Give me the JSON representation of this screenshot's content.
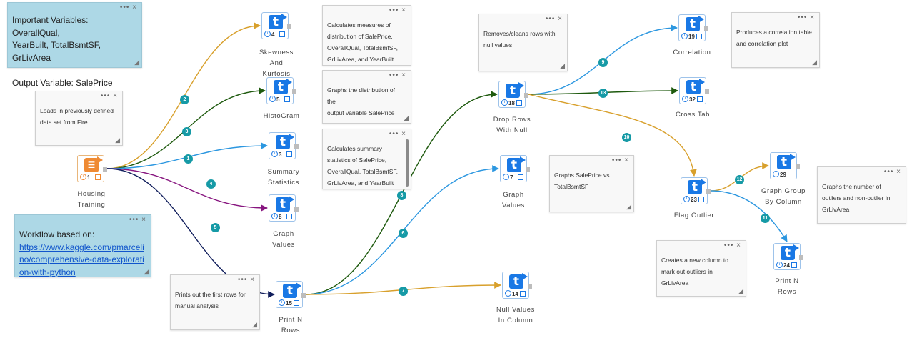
{
  "colors": {
    "node_blue": "#1978e5",
    "node_orange": "#ef8a33",
    "badge": "#169aa6",
    "edge_orange": "#d8a02c",
    "edge_green": "#1e5a0e",
    "edge_blue": "#2c97e0",
    "edge_purple": "#87157f",
    "edge_navy": "#111e5c",
    "note_blue": "#add8e6",
    "note_gray": "#f8f8f8"
  },
  "note_controls": {
    "menu": "•••",
    "close": "×",
    "resize": "◢"
  },
  "scroll_indicator": "▏",
  "info_glyph": "i",
  "tool_glyph": "t",
  "input_glyph": "☰",
  "notes": [
    {
      "id": "important-variables",
      "text": "Important Variables: OverallQual,\nYearBuilt, TotalBsmtSF, GrLivArea\n\nOutput Variable: SalePrice"
    },
    {
      "id": "loads-data",
      "text": "Loads in previously defined\ndata set from Fire"
    },
    {
      "id": "workflow-based",
      "text": "Workflow based on:",
      "link": "https://www.kaggle.com/pmarcelino/comprehensive-data-exploration-with-python"
    },
    {
      "id": "prints-first-rows",
      "text": "Prints out the first rows for\nmanual analysis"
    },
    {
      "id": "calc-distribution",
      "text": "Calculates measures of\ndistribution of SalePrice,\nOverallQual, TotalBsmtSF,\nGrLivArea, and YearBuilt"
    },
    {
      "id": "graph-distribution",
      "text": "Graphs the distribution of the\noutput variable SalePrice"
    },
    {
      "id": "calc-summary",
      "text": "Calculates summary\nstatistics of SalePrice,\nOverallQual, TotalBsmtSF,\nGrLivArea, and YearBuilt"
    },
    {
      "id": "removes-cleans",
      "text": "Removes/cleans rows with\nnull values"
    },
    {
      "id": "graphs-saleprice",
      "text": "Graphs SalePrice vs\nTotalBsmtSF"
    },
    {
      "id": "correlation-note",
      "text": "Produces a correlation table\nand correlation plot"
    },
    {
      "id": "creates-column",
      "text": "Creates a new column to\nmark out outliers in GrLivArea"
    },
    {
      "id": "graphs-outliers",
      "text": "Graphs the number of\noutliers and non-outlier in\nGrLivArea"
    }
  ],
  "nodes": [
    {
      "id": "n1",
      "num": "1",
      "label": "Housing\nTraining",
      "kind": "input"
    },
    {
      "id": "n4",
      "num": "4",
      "label": "Skewness\nAnd\nKurtosis"
    },
    {
      "id": "n5",
      "num": "5",
      "label": "HistoGram"
    },
    {
      "id": "n3",
      "num": "3",
      "label": "Summary\nStatistics"
    },
    {
      "id": "n8",
      "num": "8",
      "label": "Graph\nValues"
    },
    {
      "id": "n15",
      "num": "15",
      "label": "Print N\nRows"
    },
    {
      "id": "n18",
      "num": "18",
      "label": "Drop Rows\nWith Null"
    },
    {
      "id": "n7",
      "num": "7",
      "label": "Graph\nValues"
    },
    {
      "id": "n14",
      "num": "14",
      "label": "Null Values\nIn Column"
    },
    {
      "id": "n19",
      "num": "19",
      "label": "Correlation"
    },
    {
      "id": "n32",
      "num": "32",
      "label": "Cross Tab"
    },
    {
      "id": "n23",
      "num": "23",
      "label": "Flag Outlier"
    },
    {
      "id": "n29",
      "num": "29",
      "label": "Graph Group\nBy Column"
    },
    {
      "id": "n24",
      "num": "24",
      "label": "Print N\nRows"
    }
  ],
  "edges": [
    {
      "id": "e2",
      "num": "2",
      "from": "n1",
      "to": "n4",
      "color": "#d8a02c"
    },
    {
      "id": "e3",
      "num": "3",
      "from": "n1",
      "to": "n5",
      "color": "#1e5a0e"
    },
    {
      "id": "e1",
      "num": "1",
      "from": "n1",
      "to": "n3",
      "color": "#2c97e0"
    },
    {
      "id": "e4",
      "num": "4",
      "from": "n1",
      "to": "n8",
      "color": "#87157f"
    },
    {
      "id": "e5",
      "num": "5",
      "from": "n1",
      "to": "n15",
      "color": "#111e5c"
    },
    {
      "id": "e8",
      "num": "8",
      "from": "n15",
      "to": "n18",
      "color": "#1e5a0e"
    },
    {
      "id": "e6",
      "num": "6",
      "from": "n15",
      "to": "n7",
      "color": "#2c97e0"
    },
    {
      "id": "e7",
      "num": "7",
      "from": "n15",
      "to": "n14",
      "color": "#d8a02c"
    },
    {
      "id": "e9",
      "num": "9",
      "from": "n18",
      "to": "n19",
      "color": "#2c97e0"
    },
    {
      "id": "e13",
      "num": "13",
      "from": "n18",
      "to": "n32",
      "color": "#1e5a0e"
    },
    {
      "id": "e10",
      "num": "10",
      "from": "n18",
      "to": "n23",
      "color": "#d8a02c"
    },
    {
      "id": "e12",
      "num": "12",
      "from": "n23",
      "to": "n29",
      "color": "#d8a02c"
    },
    {
      "id": "e11",
      "num": "11",
      "from": "n23",
      "to": "n24",
      "color": "#2c97e0"
    }
  ]
}
